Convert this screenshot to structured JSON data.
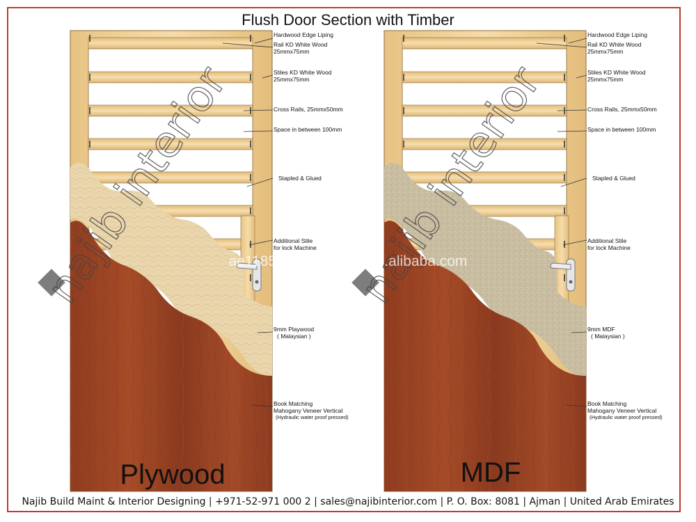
{
  "title": "Flush Door Section with Timber",
  "footer": "Najib Build Maint & Interior Designing | +971-52-971 000 2 | sales@najibinterior.com | P. O. Box: 8081 | Ajman | United Arab Emirates",
  "watermark": "ae1185 13051.trustpass.alibaba.com",
  "logo_text": "najib interior",
  "colors": {
    "frame": "#c0392b",
    "timber": "#f1d39a",
    "plywood": "#e8d2a8",
    "mdf": "#c8bb9c",
    "veneer": "#9b4526"
  },
  "panels": [
    {
      "caption": "Plywood",
      "labels": {
        "edge": "Hardwood Edge Liping",
        "rail_1": "Rail KD White Wood",
        "rail_2": "25mmx75mm",
        "stiles_1": "Stiles KD White Wood",
        "stiles_2": "25mmx75mm",
        "cross": "Cross Rails, 25mmx50mm",
        "space": "Space in between 100mm",
        "stapled": "Stapled & Glued",
        "stile_1": "Additional Stile",
        "stile_2": "for lock Machine",
        "core_1": "9mm Playwood",
        "core_2": "( Malaysian )",
        "book_1": "Book Matching",
        "book_2": "Mahogany Veneer Vertical",
        "book_3": "(Hydraulic  water proof pressed)"
      }
    },
    {
      "caption": "MDF",
      "labels": {
        "edge": "Hardwood Edge Liping",
        "rail_1": "Rail KD White Wood",
        "rail_2": "25mmx75mm",
        "stiles_1": "Stiles KD White Wood",
        "stiles_2": "25mmx75mm",
        "cross": "Cross Rails, 25mmx50mm",
        "space": "Space in between 100mm",
        "stapled": "Stapled & Glued",
        "stile_1": "Additional Stile",
        "stile_2": "for lock Machine",
        "core_1": "9mm MDF",
        "core_2": "( Malaysian )",
        "book_1": "Book Matching",
        "book_2": "Mahogany Veneer Vertical",
        "book_3": "(Hydraulic  water proof pressed)"
      }
    }
  ]
}
